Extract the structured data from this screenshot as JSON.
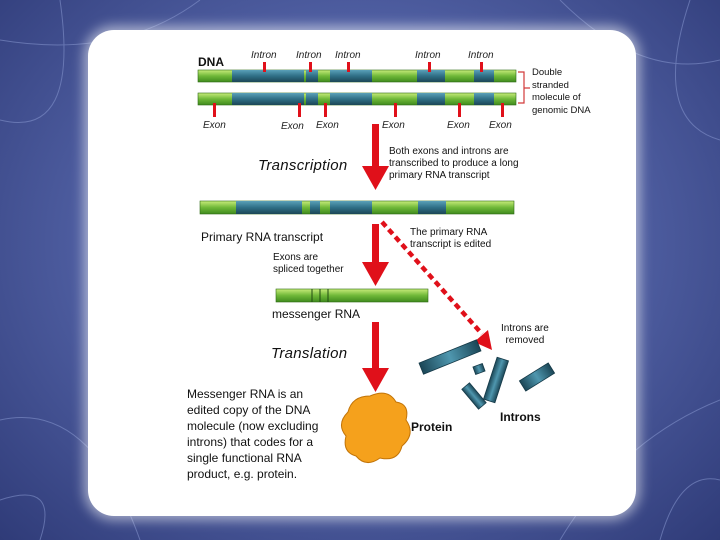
{
  "dna": {
    "label": "DNA",
    "intron_labels": [
      "Intron",
      "Intron",
      "Intron",
      "Intron",
      "Intron"
    ],
    "exon_labels": [
      "Exon",
      "Exon",
      "Exon",
      "Exon",
      "Exon",
      "Exon"
    ],
    "bracket_note": "Double\nstranded\nmolecule of\ngenomic DNA"
  },
  "transcription": {
    "label": "Transcription",
    "note": "Both exons and introns are\ntranscribed to produce a long\nprimary RNA transcript"
  },
  "primary_rna": {
    "label": "Primary RNA transcript",
    "edit_note": "The primary RNA\ntranscript is edited"
  },
  "splice_note": "Exons are\nspliced together",
  "mrna_label": "messenger RNA",
  "introns_removed_note": "Introns are\nremoved",
  "translation_label": "Translation",
  "description": "Messenger RNA is an edited copy of the DNA molecule (now excluding introns) that codes for a single functional RNA product, e.g. protein.",
  "protein_label": "Protein",
  "introns_label": "Introns",
  "colors": {
    "exon": "#7dc243",
    "intron": "#2f6f86",
    "arrow": "#e0101a",
    "protein": "#f5a11c"
  }
}
